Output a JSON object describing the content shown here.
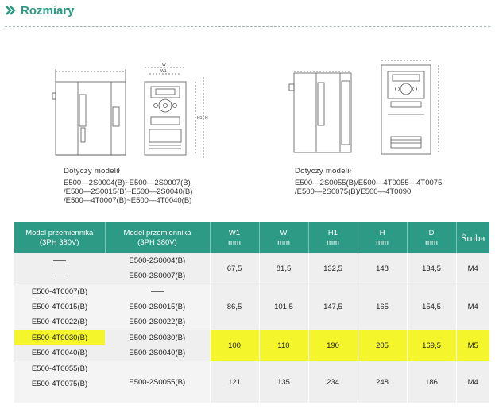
{
  "header": {
    "title": "Rozmiary",
    "accent": "#2d9a86"
  },
  "left_caption": {
    "title": "Dotyczy modelił",
    "lines": [
      "E500—2S0004(B)~E500—2S0007(B)",
      "/E500—2S0015(B)~E500—2S0040(B)",
      "/E500—4T0007(B)~E500—4T0040(B)"
    ]
  },
  "right_caption": {
    "title": "Dotyczy modelił",
    "lines": [
      "E500—2S0055(B)/E500—4T0055—4T0075",
      "/E500—2S0075(B)/E500—4T0090"
    ]
  },
  "table": {
    "headers": {
      "model_3ph_line1": "Model przemiennika",
      "model_3ph_line2": "(3PH 380V)",
      "model_1ph_line1": "Model przemiennika",
      "model_1ph_line2": "(3PH 380V)",
      "w1": "W1",
      "w": "W",
      "h1": "H1",
      "h": "H",
      "d": "D",
      "unit": "mm",
      "sruba": "Śruba"
    },
    "rows": [
      {
        "m1": "——",
        "m2": "E500-2S0004(B)"
      },
      {
        "m1": "——",
        "m2": "E500-2S0007(B)"
      },
      {
        "m1": "E500-4T0007(B)",
        "m2": "——"
      },
      {
        "m1": "E500-4T0015(B)",
        "m2": "E500-2S0015(B)"
      },
      {
        "m1": "E500-4T0022(B)",
        "m2": "E500-2S0022(B)"
      },
      {
        "m1": "E500-4T0030(B)",
        "m2": "E500-2S0030(B)"
      },
      {
        "m1": "E500-4T0040(B)",
        "m2": "E500-2S0040(B)"
      },
      {
        "m1": "E500-4T0055(B)",
        "m2": ""
      },
      {
        "m1": "E500-4T0075(B)",
        "m2": "E500-2S0055(B)"
      },
      {
        "m1": "",
        "m2": ""
      }
    ],
    "groups": [
      {
        "w1": "67,5",
        "w": "81,5",
        "h1": "132,5",
        "h": "148",
        "d": "134,5",
        "sruba": "M4"
      },
      {
        "w1": "86,5",
        "w": "101,5",
        "h1": "147,5",
        "h": "165",
        "d": "154,5",
        "sruba": "M4"
      },
      {
        "w1": "100",
        "w": "110",
        "h1": "190",
        "h": "205",
        "d": "169,5",
        "sruba": "M5"
      },
      {
        "w1": "121",
        "w": "135",
        "h1": "234",
        "h": "248",
        "d": "186",
        "sruba": "M4"
      }
    ],
    "highlight_color": "#f4f52b"
  }
}
